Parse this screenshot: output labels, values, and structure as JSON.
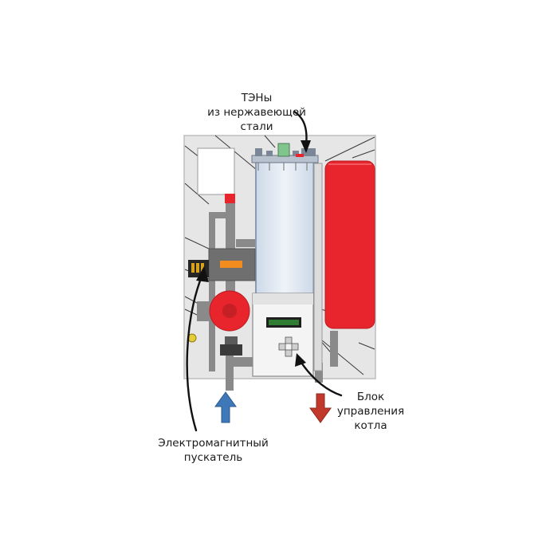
{
  "labels": {
    "heating_elements": [
      "ТЭНы",
      "из нержавеющей",
      "стали"
    ],
    "control_unit": [
      "Блок",
      "управления",
      "котла"
    ],
    "magnetic_starter": [
      "Электромагнитный",
      "пускатель"
    ]
  },
  "colors": {
    "housing": "#e6e6e6",
    "tank_red": "#e8242c",
    "pump_red": "#e8242c",
    "starter_orange": "#f28c1e",
    "inlet_arrow_blue": "#3e78b8",
    "outlet_arrow_red": "#c0392b",
    "pipe_gray": "#8a8a8a",
    "display_green": "#2f7d32",
    "tubes_blue": "#d8e4f2"
  }
}
